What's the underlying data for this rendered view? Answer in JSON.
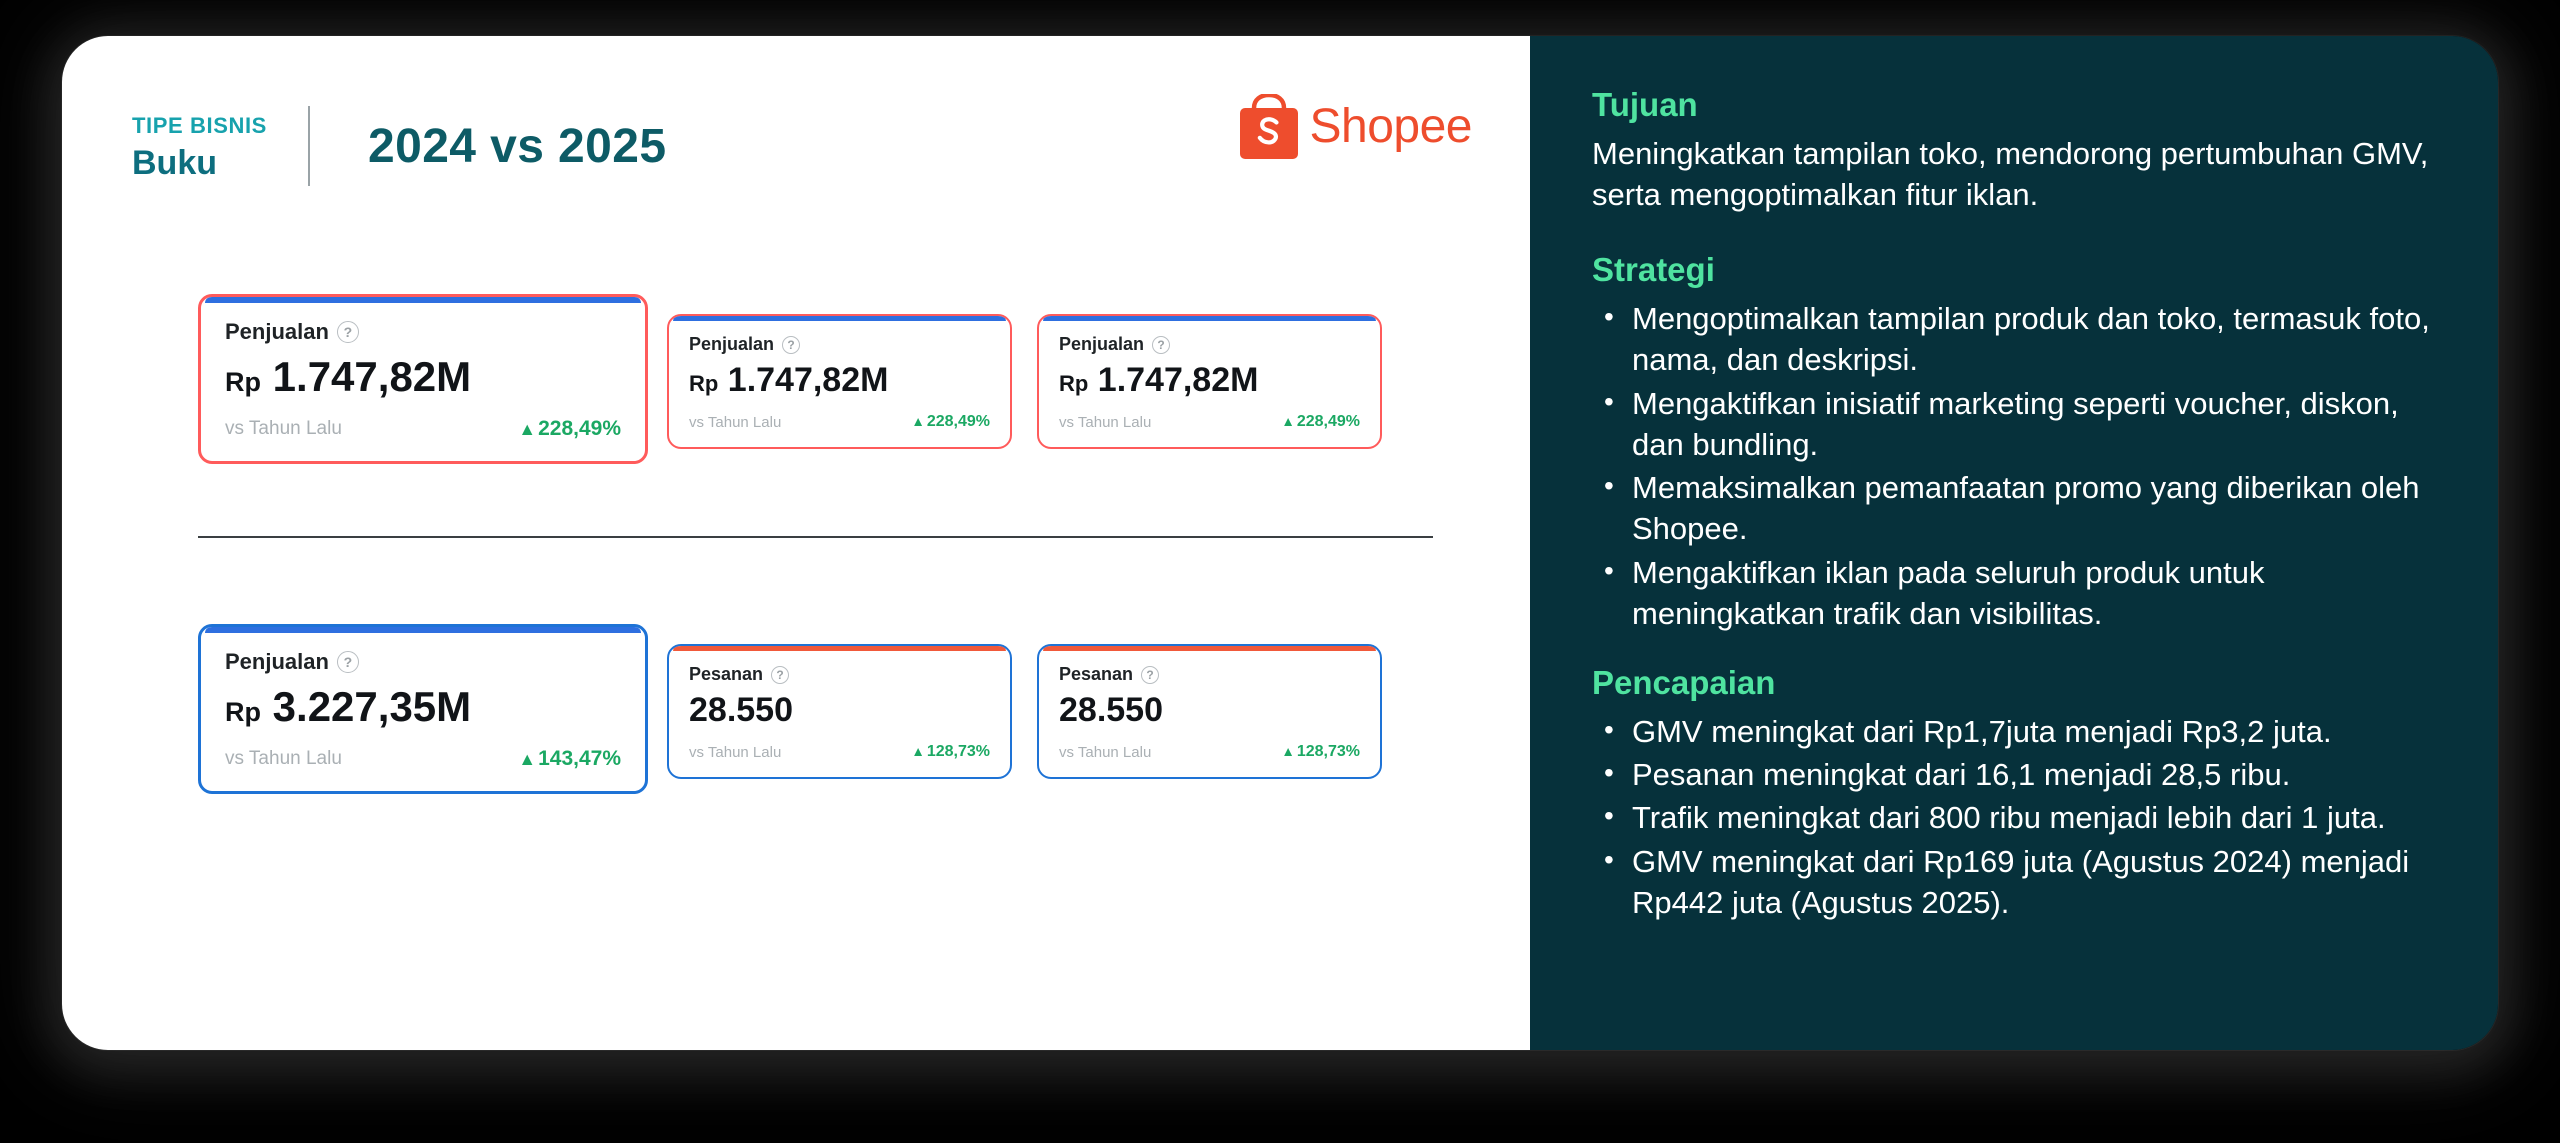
{
  "header": {
    "biz_type_label": "TIPE BISNIS",
    "biz_type_value": "Buku",
    "title": "2024 vs 2025",
    "brand": "Shopee"
  },
  "cards": {
    "row_top": [
      {
        "title": "Penjualan",
        "help_icon": "question-circle-icon",
        "currency": "Rp",
        "value": "1.747,82M",
        "compare_label": "vs Tahun Lalu",
        "delta_arrow": "▲",
        "delta": "228,49%",
        "border_color": "#FF5B5B",
        "rule_color": "#2E6FE0"
      },
      {
        "title": "Penjualan",
        "help_icon": "question-circle-icon",
        "currency": "Rp",
        "value": "1.747,82M",
        "compare_label": "vs Tahun Lalu",
        "delta_arrow": "▲",
        "delta": "228,49%",
        "border_color": "#FF5B5B",
        "rule_color": "#2E6FE0"
      },
      {
        "title": "Penjualan",
        "help_icon": "question-circle-icon",
        "currency": "Rp",
        "value": "1.747,82M",
        "compare_label": "vs Tahun Lalu",
        "delta_arrow": "▲",
        "delta": "228,49%",
        "border_color": "#FF5B5B",
        "rule_color": "#2E6FE0"
      }
    ],
    "row_bottom": [
      {
        "title": "Penjualan",
        "help_icon": "question-circle-icon",
        "currency": "Rp",
        "value": "3.227,35M",
        "compare_label": "vs Tahun Lalu",
        "delta_arrow": "▲",
        "delta": "143,47%",
        "border_color": "#1E73D6",
        "rule_color": "#2E6FE0"
      },
      {
        "title": "Pesanan",
        "help_icon": "question-circle-icon",
        "currency": "",
        "value": "28.550",
        "compare_label": "vs Tahun Lalu",
        "delta_arrow": "▲",
        "delta": "128,73%",
        "border_color": "#1E73D6",
        "rule_color": "#F1593A"
      },
      {
        "title": "Pesanan",
        "help_icon": "question-circle-icon",
        "currency": "",
        "value": "28.550",
        "compare_label": "vs Tahun Lalu",
        "delta_arrow": "▲",
        "delta": "128,73%",
        "border_color": "#1E73D6",
        "rule_color": "#F1593A"
      }
    ]
  },
  "sidebar": {
    "tujuan": {
      "heading": "Tujuan",
      "body": "Meningkatkan tampilan toko, mendorong pertumbuhan GMV, serta mengoptimalkan fitur iklan."
    },
    "strategi": {
      "heading": "Strategi",
      "items": [
        "Mengoptimalkan tampilan produk dan toko, termasuk foto, nama, dan deskripsi.",
        "Mengaktifkan inisiatif marketing seperti voucher, diskon, dan bundling.",
        "Memaksimalkan pemanfaatan promo yang diberikan oleh Shopee.",
        "Mengaktifkan iklan pada seluruh produk untuk meningkatkan trafik dan visibilitas."
      ]
    },
    "pencapaian": {
      "heading": "Pencapaian",
      "items": [
        "GMV meningkat dari Rp1,7juta menjadi Rp3,2 juta.",
        "Pesanan meningkat dari 16,1 menjadi 28,5 ribu.",
        "Trafik meningkat dari 800 ribu menjadi lebih dari 1 juta.",
        "GMV meningkat dari Rp169 juta (Agustus 2024) menjadi Rp442 juta (Agustus 2025)."
      ]
    }
  },
  "colors": {
    "panel_teal": "#06313B",
    "accent_green": "#4FE3A0",
    "brand_orange": "#EE4D2D",
    "title_teal": "#0D5B66",
    "label_teal": "#17A2AD",
    "delta_green": "#1BA863"
  }
}
